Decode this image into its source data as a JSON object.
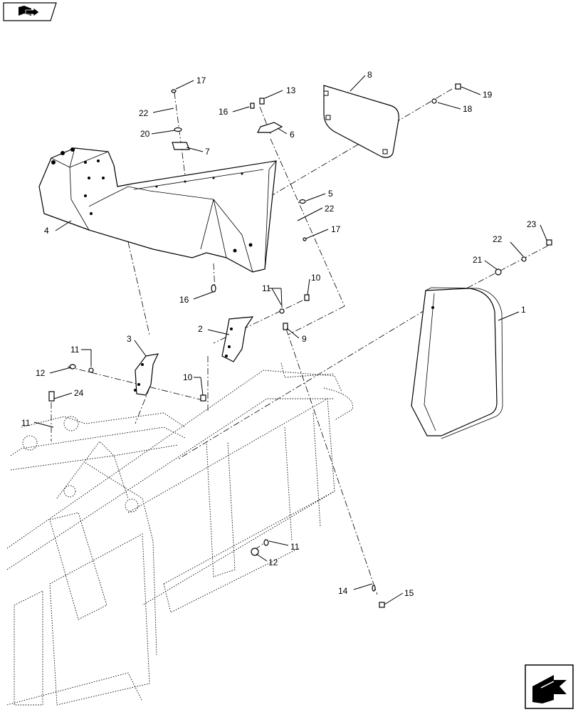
{
  "icons": {
    "top_left": "book-arrow-icon",
    "bottom_right": "next-page-arrow-icon"
  },
  "callouts": {
    "c1": "1",
    "c2": "2",
    "c3": "3",
    "c4": "4",
    "c5": "5",
    "c6": "6",
    "c7": "7",
    "c8": "8",
    "c9": "9",
    "c10a": "10",
    "c10b": "10",
    "c11a": "11",
    "c11b": "11",
    "c11c": "11",
    "c11d": "11",
    "c12a": "12",
    "c12b": "12",
    "c13": "13",
    "c14": "14",
    "c15": "15",
    "c16a": "16",
    "c16b": "16",
    "c17a": "17",
    "c17b": "17",
    "c18": "18",
    "c19": "19",
    "c20": "20",
    "c21": "21",
    "c22a": "22",
    "c22b": "22",
    "c22c": "22",
    "c23": "23",
    "c24": "24"
  }
}
